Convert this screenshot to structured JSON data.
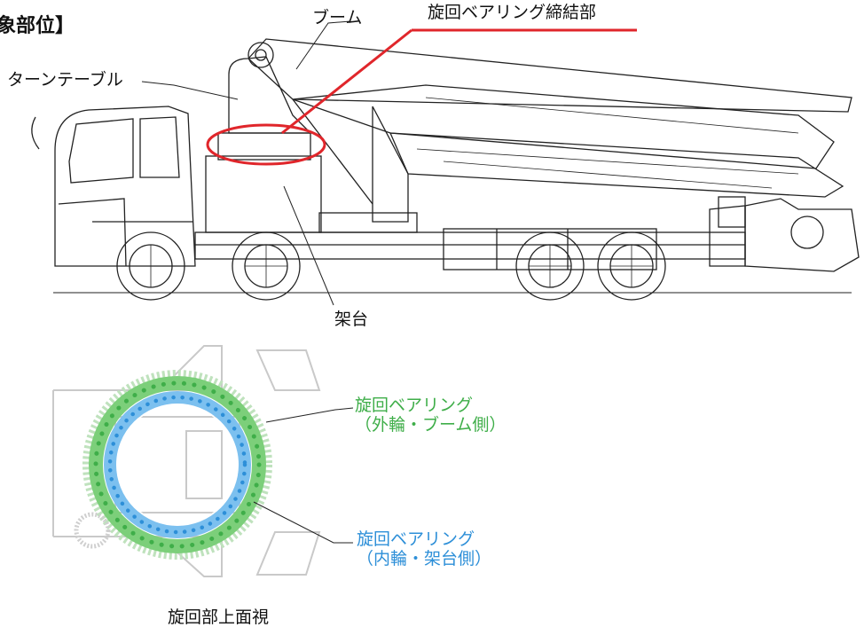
{
  "title": "象部位】",
  "labels": {
    "boom": "ブーム",
    "slewing_bearing_fastening": "旋回ベアリング締結部",
    "turntable": "ターンテーブル",
    "frame": "架台",
    "outer_ring": [
      "旋回ベアリング",
      "（外輪・ブーム側）"
    ],
    "inner_ring": [
      "旋回ベアリング",
      "（内輪・架台側）"
    ],
    "top_view_caption": "旋回部上面視"
  },
  "colors": {
    "highlight": "#e0262b",
    "outer_ring": "#3fae49",
    "inner_ring": "#2d8fd8",
    "outline": "#222222"
  }
}
